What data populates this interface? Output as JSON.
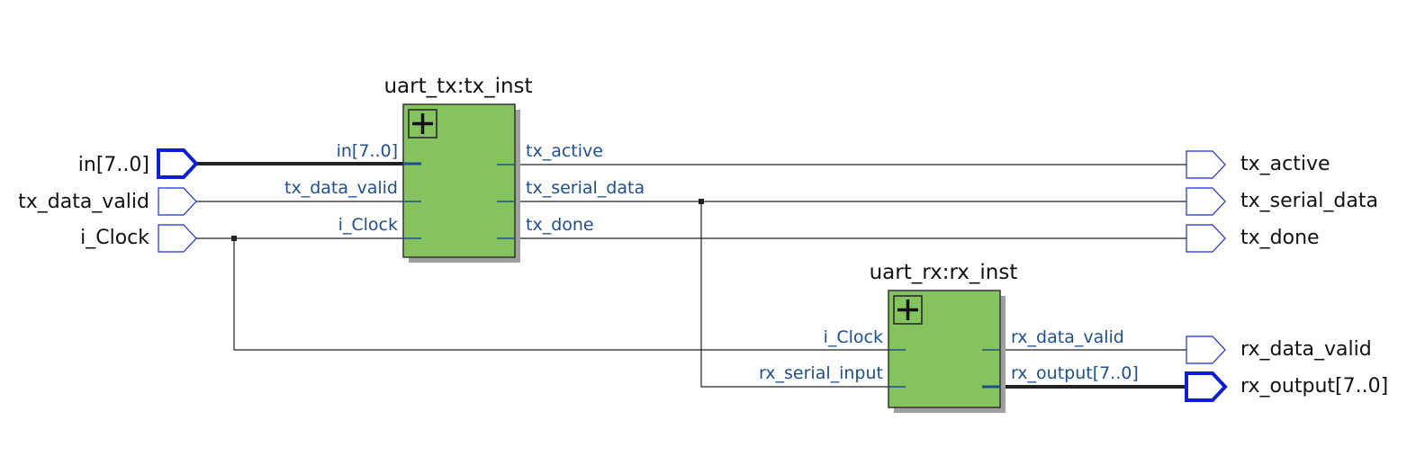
{
  "inputs": [
    {
      "label": "in[7..0]",
      "bus": true
    },
    {
      "label": "tx_data_valid",
      "bus": false
    },
    {
      "label": "i_Clock",
      "bus": false
    }
  ],
  "outputs": [
    {
      "label": "tx_active",
      "bus": false
    },
    {
      "label": "tx_serial_data",
      "bus": false
    },
    {
      "label": "tx_done",
      "bus": false
    },
    {
      "label": "rx_data_valid",
      "bus": false
    },
    {
      "label": "rx_output[7..0]",
      "bus": true
    }
  ],
  "tx_block": {
    "title": "uart_tx:tx_inst",
    "in_ports": [
      "in[7..0]",
      "tx_data_valid",
      "i_Clock"
    ],
    "out_ports": [
      "tx_active",
      "tx_serial_data",
      "tx_done"
    ]
  },
  "rx_block": {
    "title": "uart_rx:rx_inst",
    "in_ports": [
      "i_Clock",
      "rx_serial_input"
    ],
    "out_ports": [
      "rx_data_valid",
      "rx_output[7..0]"
    ]
  },
  "colors": {
    "block_fill": "#84c35e",
    "pin_outline": "#1a2fd6",
    "port_text": "#1f4f8a"
  }
}
